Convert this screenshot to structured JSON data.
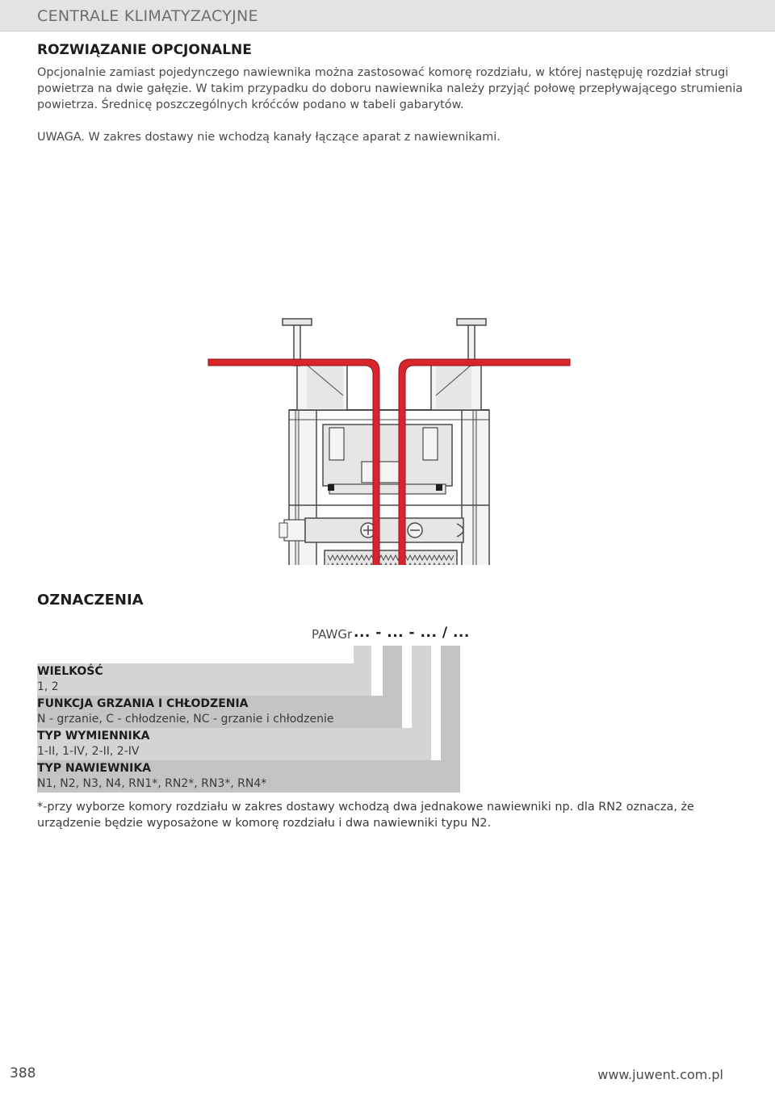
{
  "header": {
    "title": "CENTRALE KLIMATYZACYJNE"
  },
  "section": {
    "title": "ROZWIĄZANIE OPCJONALNE",
    "intro_lines": [
      "Opcjonalnie zamiast pojedynczego nawiewnika można zastosować komorę rozdziału, w której następuję rozdział strugi",
      "powietrza na dwie gałęzie. W takim przypadku do doboru nawiewnika należy przyjąć połowę przepływającego strumienia",
      "powietrza. Średnicę poszczególnych króćców podano w tabeli gabarytów."
    ],
    "note": "UWAGA. W zakres dostawy nie wchodzą kanały łączące aparat z nawiewnikami."
  },
  "diagram": {
    "colors": {
      "duct": "#d7252a",
      "ductEdge": "#8e1518",
      "line": "#4a4a4a",
      "fill": "#e6e6e6",
      "panel": "#f4f4f4"
    }
  },
  "designations": {
    "title": "OZNACZENIA",
    "code_prefix": "PAWGr",
    "code_pattern": "... - ... - ... / ...",
    "options": [
      {
        "head": "WIELKOŚĆ",
        "value": "1, 2"
      },
      {
        "head": "FUNKCJA GRZANIA I CHŁODZENIA",
        "value": "N - grzanie, C - chłodzenie, NC - grzanie i chłodzenie"
      },
      {
        "head": "TYP WYMIENNIKA",
        "value": "1-II, 1-IV, 2-II, 2-IV"
      },
      {
        "head": "TYP NAWIEWNIKA",
        "value": "N1, N2, N3, N4, RN1*, RN2*, RN3*, RN4*"
      }
    ],
    "footnote": "*-przy wyborze komory rozdziału w zakres dostawy wchodzą dwa jednakowe nawiewniki np. dla RN2 oznacza, że urządzenie będzie wyposażone w komorę rozdziału i dwa nawiewniki typu N2."
  },
  "footer": {
    "page_number": "388",
    "website": "www.juwent.com.pl"
  }
}
